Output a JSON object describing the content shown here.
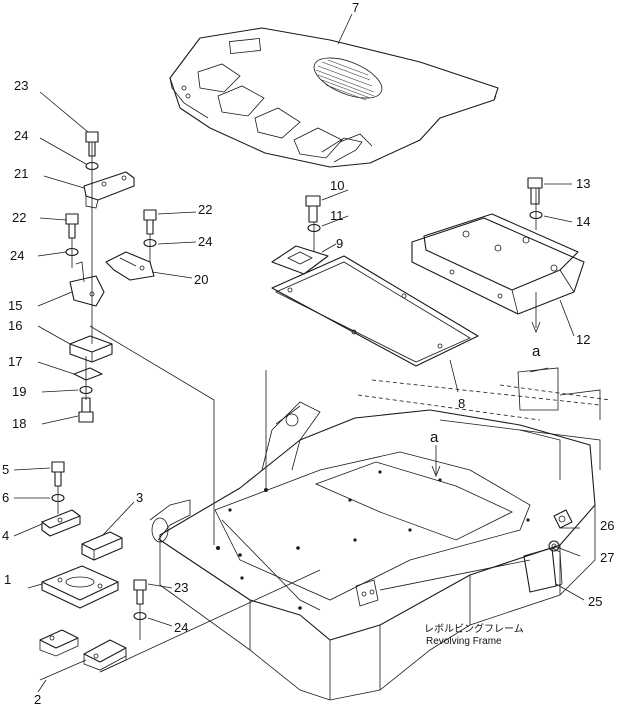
{
  "caption": {
    "japanese": "レボルビングフレーム",
    "english": "Revolving Frame"
  },
  "direction_marker": "a",
  "callouts": [
    {
      "id": "c1",
      "label": "1"
    },
    {
      "id": "c2",
      "label": "2"
    },
    {
      "id": "c3",
      "label": "3"
    },
    {
      "id": "c4",
      "label": "4"
    },
    {
      "id": "c5",
      "label": "5"
    },
    {
      "id": "c6",
      "label": "6"
    },
    {
      "id": "c7",
      "label": "7"
    },
    {
      "id": "c8",
      "label": "8"
    },
    {
      "id": "c9",
      "label": "9"
    },
    {
      "id": "c10",
      "label": "10"
    },
    {
      "id": "c11",
      "label": "11"
    },
    {
      "id": "c12",
      "label": "12"
    },
    {
      "id": "c13",
      "label": "13"
    },
    {
      "id": "c14",
      "label": "14"
    },
    {
      "id": "c15",
      "label": "15"
    },
    {
      "id": "c16",
      "label": "16"
    },
    {
      "id": "c17",
      "label": "17"
    },
    {
      "id": "c18",
      "label": "18"
    },
    {
      "id": "c19",
      "label": "19"
    },
    {
      "id": "c20",
      "label": "20"
    },
    {
      "id": "c21",
      "label": "21"
    },
    {
      "id": "c22a",
      "label": "22"
    },
    {
      "id": "c22b",
      "label": "22"
    },
    {
      "id": "c23a",
      "label": "23"
    },
    {
      "id": "c23b",
      "label": "23"
    },
    {
      "id": "c24a",
      "label": "24"
    },
    {
      "id": "c24b",
      "label": "24"
    },
    {
      "id": "c24c",
      "label": "24"
    },
    {
      "id": "c24d",
      "label": "24"
    },
    {
      "id": "c25",
      "label": "25"
    },
    {
      "id": "c26",
      "label": "26"
    },
    {
      "id": "c27",
      "label": "27"
    }
  ]
}
